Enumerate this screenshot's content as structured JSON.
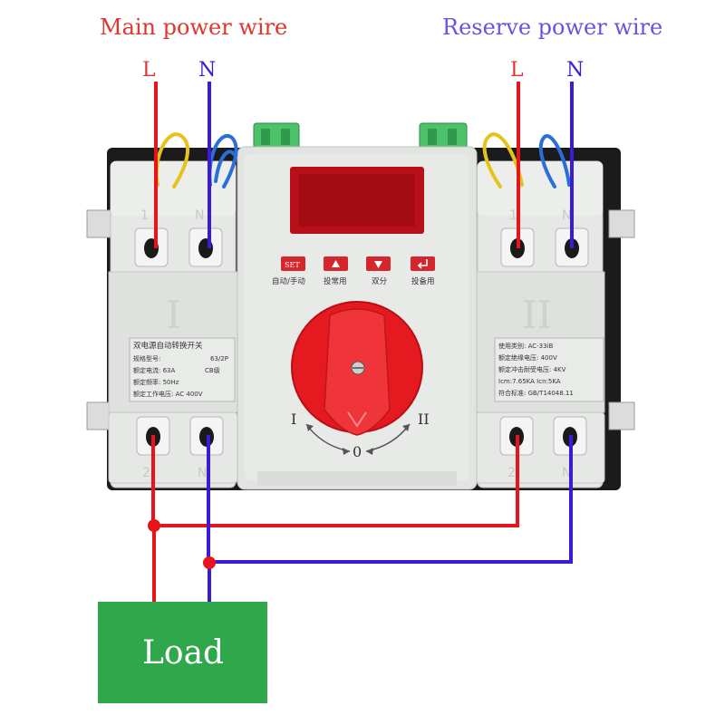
{
  "wire_labels": {
    "main": "Main power wire",
    "reserve": "Reserve power wire",
    "main_l": "L",
    "main_n": "N",
    "reserve_l": "L",
    "reserve_n": "N"
  },
  "load": {
    "label": "Load"
  },
  "colors": {
    "live": "#e8141c",
    "neutral": "#3b1bd6",
    "main_text": "#e0352f",
    "reserve_text": "#6a52e0",
    "load_box": "#2ea84a",
    "knob": "#e8141c",
    "body": "#e4e6e4",
    "bracket": "#1a1a1a",
    "connector": "#4cc26a",
    "display": "#c8121c"
  },
  "buttons": [
    {
      "key": "SET",
      "caption": "自动/手动",
      "icon": "set"
    },
    {
      "key": "up",
      "caption": "投常用",
      "icon": "up-arrow-icon"
    },
    {
      "key": "down",
      "caption": "双分",
      "icon": "down-arrow-icon"
    },
    {
      "key": "enter",
      "caption": "投备用",
      "icon": "enter-icon"
    }
  ],
  "switch_positions": {
    "left": "I",
    "zero": "0",
    "right": "II"
  },
  "left_module": {
    "roman": "I",
    "top_terminals": [
      "1",
      "N"
    ],
    "bottom_terminals": [
      "2",
      "N"
    ],
    "plate": [
      "双电源自动转换开关",
      "规格型号:",
      "63/2P",
      "额定电流: 63A",
      "CB级",
      "额定频率: 50Hz",
      "额定工作电压: AC 400V"
    ]
  },
  "right_module": {
    "roman": "II",
    "top_terminals": [
      "1",
      "N"
    ],
    "bottom_terminals": [
      "2",
      "N"
    ],
    "plate": [
      "使用类别: AC-33iB",
      "额定绝缘电压: 400V",
      "额定冲击耐受电压: 4KV",
      "Icm:7.65KA   Icn:5KA",
      "符合标准: GB/T14048.11"
    ]
  }
}
